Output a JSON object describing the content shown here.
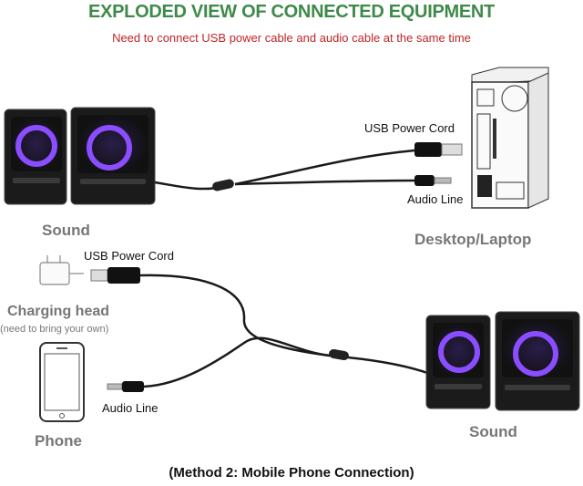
{
  "header": {
    "title": "EXPLODED VIEW OF CONNECTED EQUIPMENT",
    "subtitle": "Need to connect USB power cable and audio cable at the same time"
  },
  "method1": {
    "usb_label": "USB Power Cord",
    "audio_label": "Audio Line",
    "speaker_caption": "Sound",
    "computer_caption": "Desktop/Laptop"
  },
  "method2": {
    "usb_label": "USB Power Cord",
    "charger_caption": "Charging head",
    "charger_note": "(need to bring your own)",
    "audio_label": "Audio Line",
    "phone_caption": "Phone",
    "speaker_caption": "Sound"
  },
  "footer": {
    "text": "(Method 2: Mobile Phone Connection)"
  },
  "colors": {
    "title": "#3f8a4a",
    "subtitle": "#c0262a",
    "speaker_ring": "#8a4dff",
    "caption": "#777777"
  }
}
